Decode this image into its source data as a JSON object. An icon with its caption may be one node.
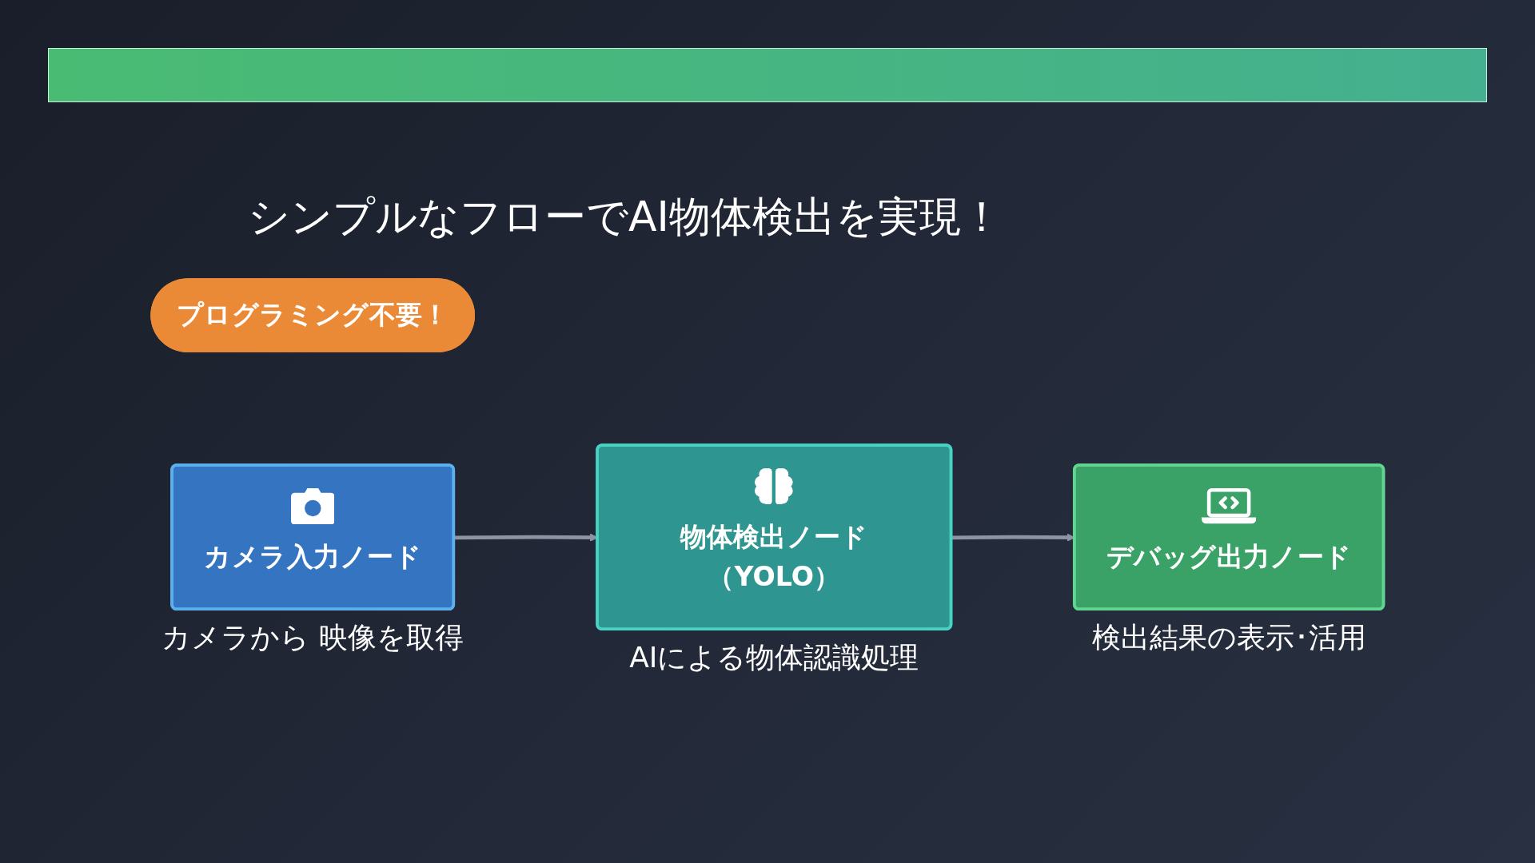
{
  "diagram": {
    "title": "シンプルなフローでAI物体検出を実現！",
    "nodes": [
      {
        "text": [
          "プログラミング不要！"
        ]
      },
      {
        "text": [
          "カメラ入力ノード"
        ],
        "beside": [
          "カメラから 映像を取得"
        ]
      },
      {
        "text": [
          "物体検出ノード（YOLO）"
        ],
        "beside": [
          "AIによる物体認識処理"
        ]
      },
      {
        "text": [
          "デバッグ出力ノード"
        ],
        "beside": [
          "検出結果の表示･活用"
        ]
      }
    ],
    "edges": [
      {
        "from": 1,
        "to": 2,
        "arrow": "to"
      },
      {
        "from": 2,
        "to": 3,
        "arrow": "to"
      }
    ]
  }
}
